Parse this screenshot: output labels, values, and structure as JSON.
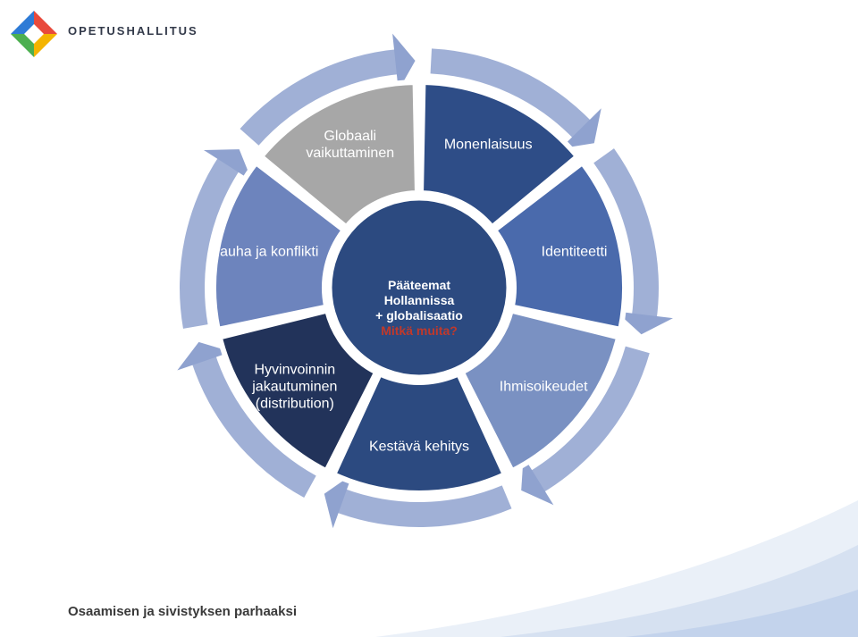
{
  "header": {
    "logo_text": "OPETUSHALLITUS",
    "logo_colors": [
      "#e84a3c",
      "#f4b400",
      "#4caf50",
      "#2e7bd6",
      "#8e44ad",
      "#e91e63",
      "#ffffff"
    ]
  },
  "footer": {
    "tagline": "Osaamisen ja sivistyksen parhaaksi"
  },
  "diagram": {
    "center": {
      "line1": "Pääteemat",
      "line2": "Hollannissa",
      "line3": "+ globalisaatio",
      "question": "Mitkä muita?",
      "color": "#2c4a80"
    },
    "segments": [
      {
        "label_lines": [
          "Globaali",
          "vaikuttaminen"
        ],
        "color": "#a7a7a7",
        "text_color": "#ffffff"
      },
      {
        "label_lines": [
          "Monenlaisuus"
        ],
        "color": "#2e4d87",
        "text_color": "#ffffff"
      },
      {
        "label_lines": [
          "Identiteetti"
        ],
        "color": "#4a6aac",
        "text_color": "#ffffff"
      },
      {
        "label_lines": [
          "Ihmisoikeudet"
        ],
        "color": "#7a91c2",
        "text_color": "#ffffff"
      },
      {
        "label_lines": [
          "Kestävä kehitys"
        ],
        "color": "#2c4a80",
        "text_color": "#ffffff"
      },
      {
        "label_lines": [
          "Hyvinvoinnin",
          "jakautuminen",
          "(distribution)"
        ],
        "color": "#22335a",
        "text_color": "#ffffff"
      },
      {
        "label_lines": [
          "Rauha ja konflikti"
        ],
        "color": "#6d84bd",
        "text_color": "#ffffff"
      }
    ],
    "ring_color": "#8fa2cf"
  }
}
